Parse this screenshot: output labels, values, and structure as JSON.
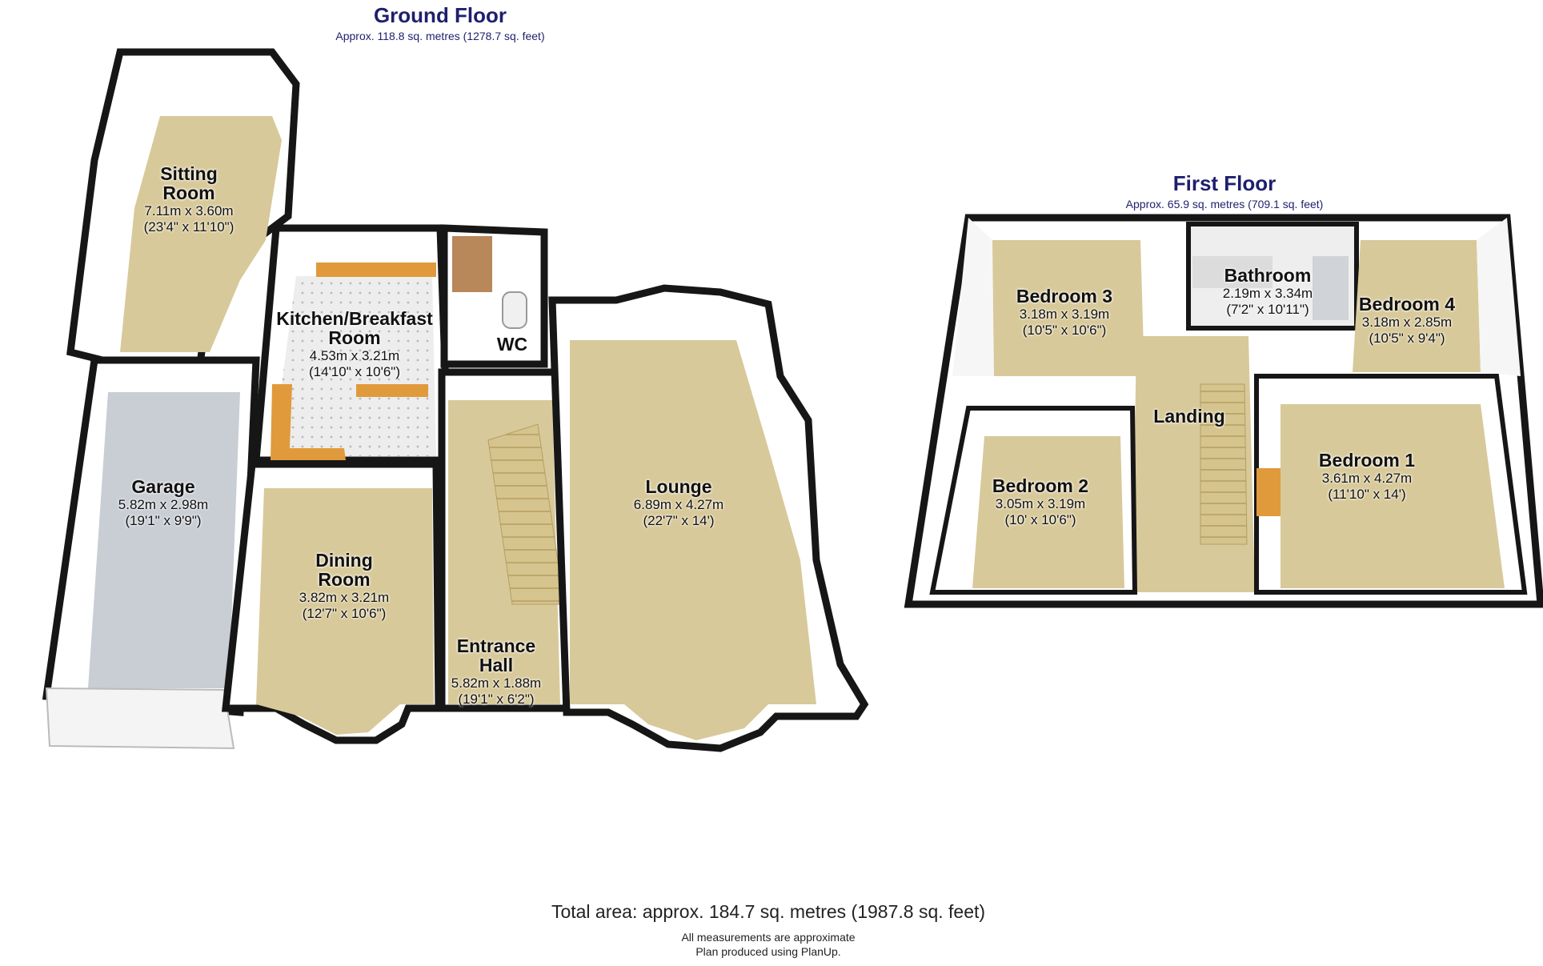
{
  "ground_floor": {
    "title": "Ground Floor",
    "area": "Approx. 118.8 sq. metres (1278.7 sq. feet)",
    "rooms": {
      "sitting_room": {
        "name": "Sitting\nRoom",
        "metric": "7.11m x 3.60m",
        "imperial": "(23'4\" x 11'10\")"
      },
      "kitchen": {
        "name": "Kitchen/Breakfast\nRoom",
        "metric": "4.53m x 3.21m",
        "imperial": "(14'10\" x 10'6\")"
      },
      "wc": {
        "name": "WC"
      },
      "garage": {
        "name": "Garage",
        "metric": "5.82m x 2.98m",
        "imperial": "(19'1\" x 9'9\")"
      },
      "dining_room": {
        "name": "Dining\nRoom",
        "metric": "3.82m x 3.21m",
        "imperial": "(12'7\" x 10'6\")"
      },
      "entrance_hall": {
        "name": "Entrance\nHall",
        "metric": "5.82m x 1.88m",
        "imperial": "(19'1\" x 6'2\")"
      },
      "lounge": {
        "name": "Lounge",
        "metric": "6.89m x 4.27m",
        "imperial": "(22'7\" x 14')"
      }
    }
  },
  "first_floor": {
    "title": "First Floor",
    "area": "Approx. 65.9 sq. metres (709.1 sq. feet)",
    "rooms": {
      "bedroom3": {
        "name": "Bedroom 3",
        "metric": "3.18m x 3.19m",
        "imperial": "(10'5\" x 10'6\")"
      },
      "bathroom": {
        "name": "Bathroom",
        "metric": "2.19m x 3.34m",
        "imperial": "(7'2\" x 10'11\")"
      },
      "bedroom4": {
        "name": "Bedroom 4",
        "metric": "3.18m x 2.85m",
        "imperial": "(10'5\" x 9'4\")"
      },
      "landing": {
        "name": "Landing"
      },
      "bedroom2": {
        "name": "Bedroom 2",
        "metric": "3.05m x 3.19m",
        "imperial": "(10' x 10'6\")"
      },
      "bedroom1": {
        "name": "Bedroom 1",
        "metric": "3.61m x 4.27m",
        "imperial": "(11'10\" x 14')"
      }
    }
  },
  "footer": {
    "total_area": "Total area: approx. 184.7 sq. metres (1987.8 sq. feet)",
    "disclaimer": "All measurements are approximate",
    "credit": "Plan produced using PlanUp."
  },
  "colors": {
    "title": "#1f1f6e",
    "carpet": "#d8c99a",
    "garage_floor": "#c9cdd4",
    "kitchen_tile": "#ececec",
    "worktop": "#e09a3c",
    "wall": "#161616",
    "stairs": "#d6c48e"
  }
}
